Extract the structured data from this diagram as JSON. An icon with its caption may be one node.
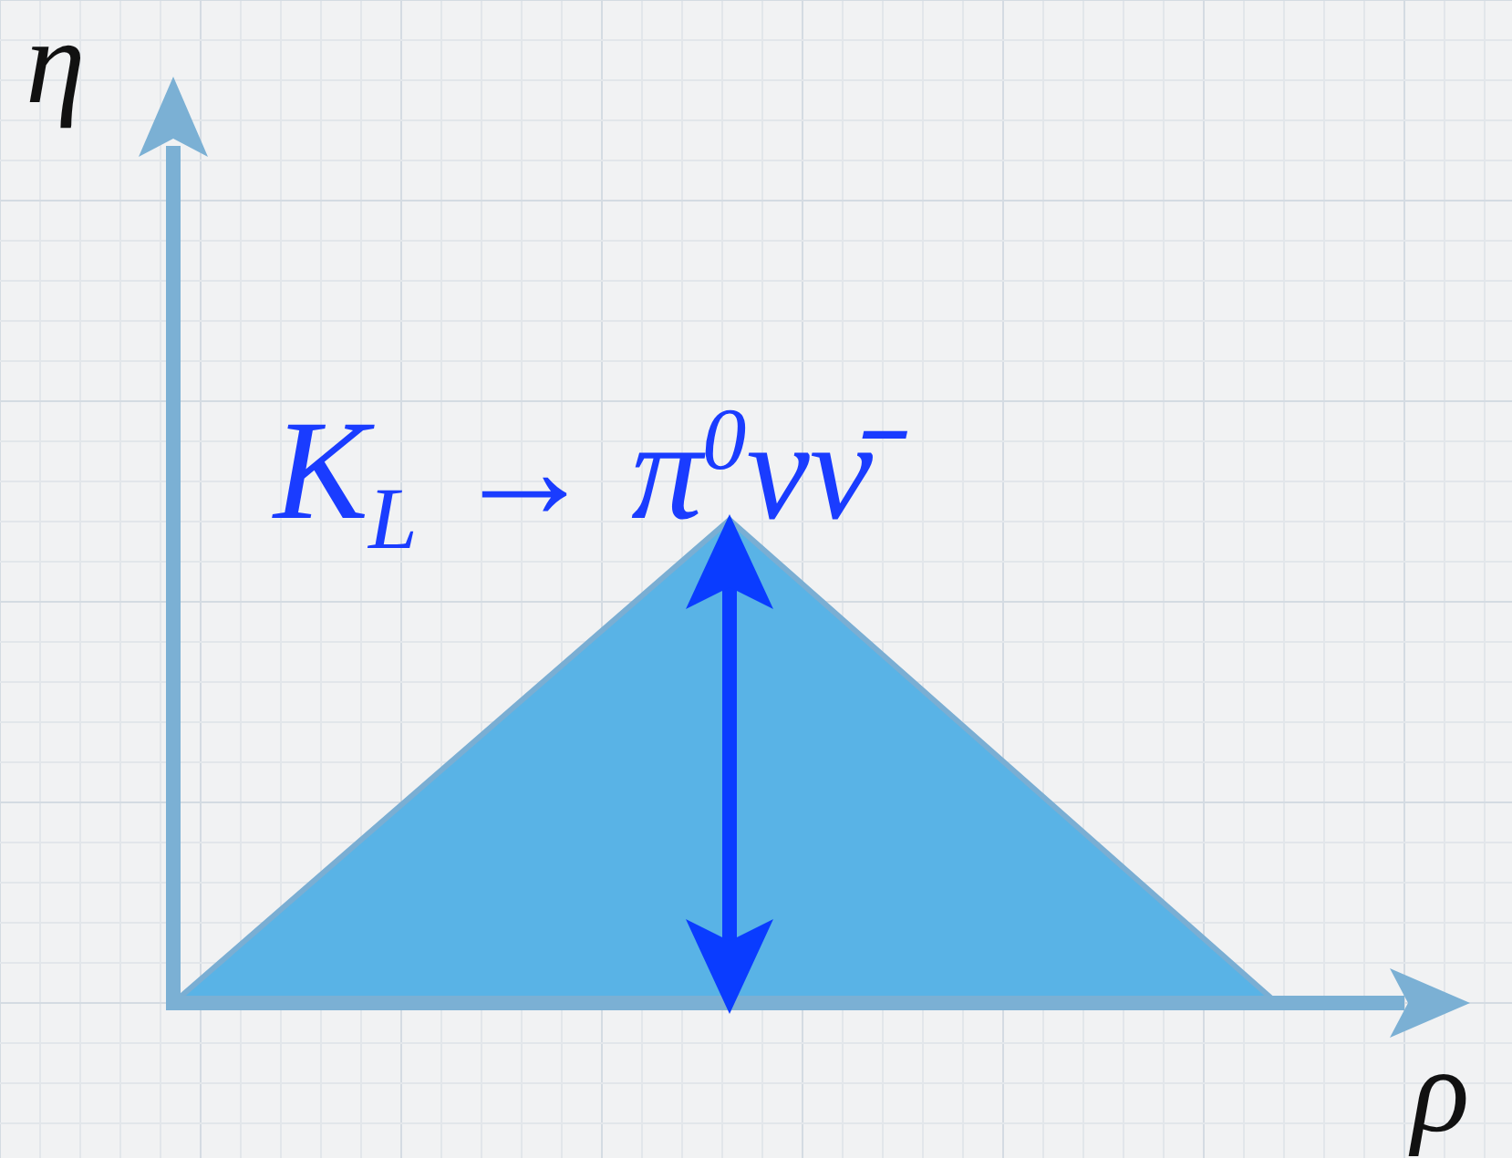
{
  "diagram": {
    "labels": [
      "η",
      "K$_{L}$ → π$^{0}$νν̄",
      "ρ"
    ]
  }
}
